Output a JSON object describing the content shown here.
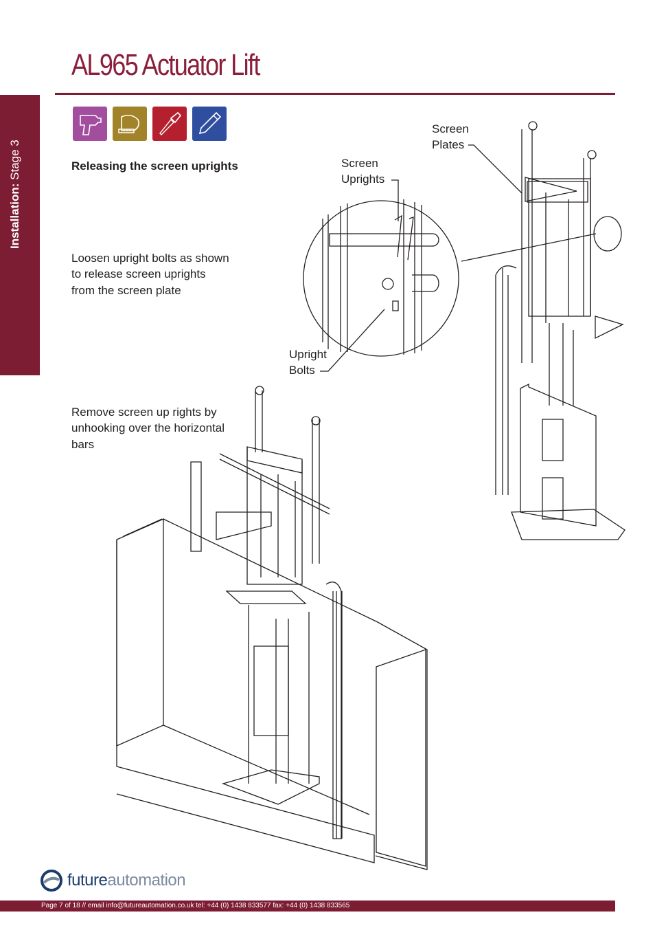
{
  "document": {
    "title": "AL965 Actuator Lift",
    "section_label_bold": "Installation:",
    "section_label_rest": " Stage  3",
    "heading": "Releasing the screen uprights",
    "paragraph_1": "Loosen upright bolts as shown to release screen uprights from the screen plate",
    "paragraph_2": "Remove screen up rights by unhooking over the horizontal bars"
  },
  "tools": [
    {
      "name": "drill-icon",
      "color": "#a24d9e"
    },
    {
      "name": "tape-measure-icon",
      "color": "#a3832a"
    },
    {
      "name": "screwdriver-icon",
      "color": "#b5202e"
    },
    {
      "name": "pencil-icon",
      "color": "#2f4ea0"
    }
  ],
  "callouts": {
    "screen_plates": [
      "Screen",
      "Plates"
    ],
    "screen_uprights": [
      "Screen",
      "Uprights"
    ],
    "upright_bolts": [
      "Upright",
      "Bolts"
    ]
  },
  "logo": {
    "part1": "future",
    "part2": "automation"
  },
  "footer": {
    "text": "Page 7 of 18 // email info@futureautomation.co.uk  tel: +44 (0) 1438 833577  fax: +44 (0) 1438 833565"
  },
  "colors": {
    "brand": "#7d1d33",
    "title": "#8b1e3a"
  }
}
